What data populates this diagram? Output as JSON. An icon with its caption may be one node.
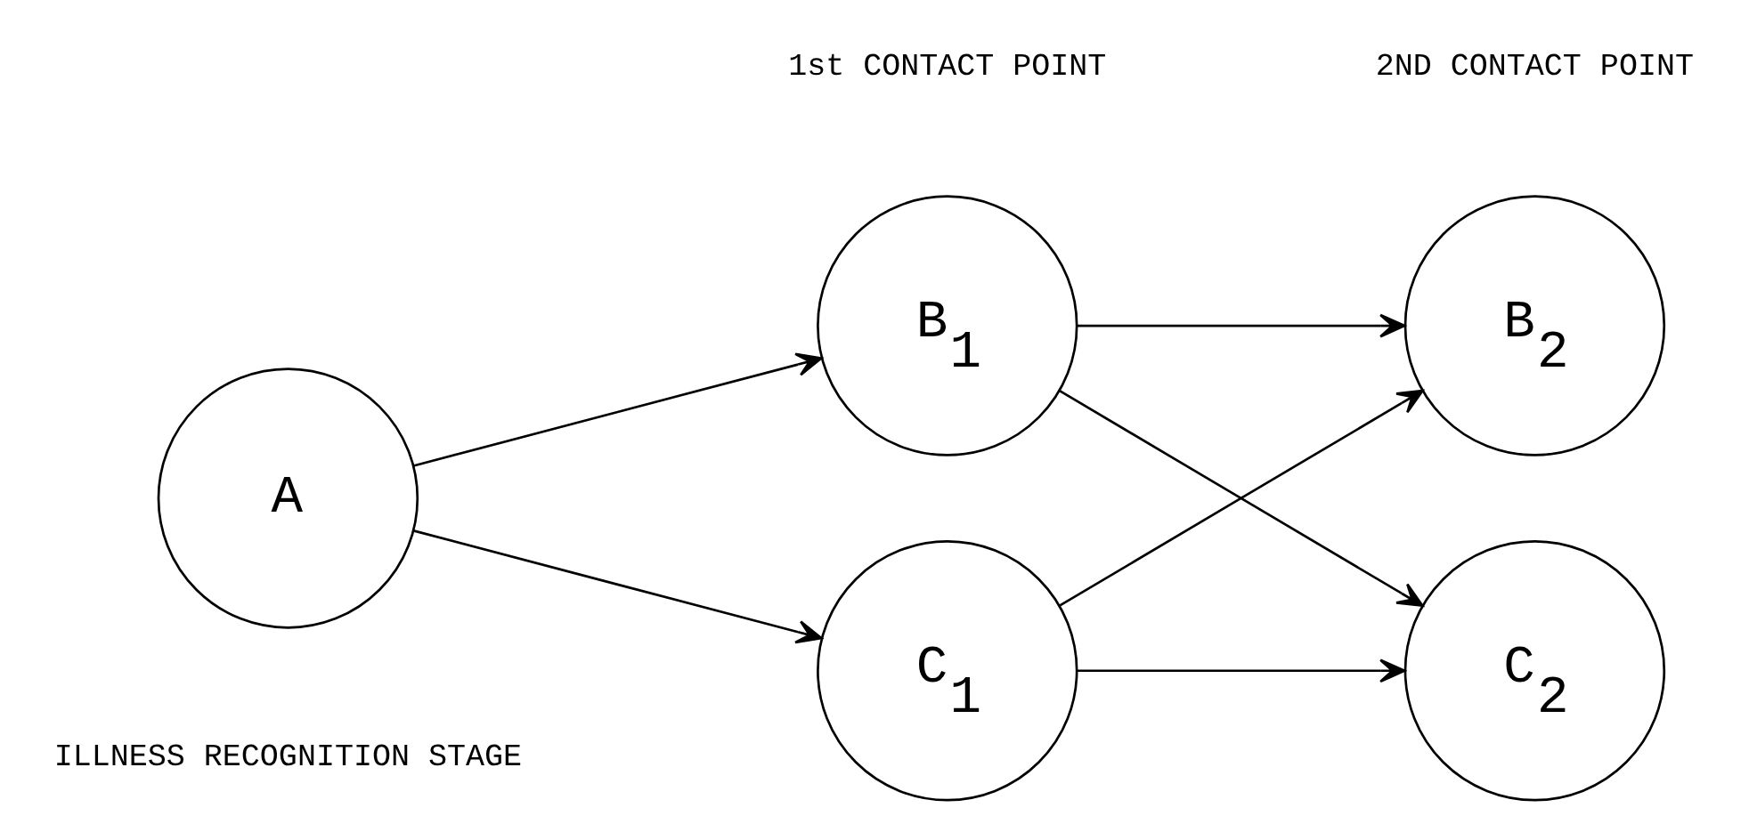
{
  "diagram": {
    "nodes": [
      {
        "text": [
          "A"
        ]
      },
      {
        "text": [
          "B$_{1}$"
        ]
      },
      {
        "text": [
          "C$_{1}$"
        ]
      },
      {
        "text": [
          "B$_{2}$"
        ]
      },
      {
        "text": [
          "C$_{2}$"
        ]
      }
    ],
    "edges": [
      {
        "from": 0,
        "to": 1,
        "arrow": "to"
      },
      {
        "from": 0,
        "to": 2,
        "arrow": "to"
      },
      {
        "from": 1,
        "to": 3,
        "arrow": "to"
      },
      {
        "from": 1,
        "to": 4,
        "arrow": "to"
      },
      {
        "from": 2,
        "to": 3,
        "arrow": "to"
      },
      {
        "from": 2,
        "to": 4,
        "arrow": "to"
      }
    ],
    "labels": [
      "ILLNESS RECOGNITION STAGE",
      "1st CONTACT POINT",
      "2ND CONTACT POINT"
    ]
  }
}
